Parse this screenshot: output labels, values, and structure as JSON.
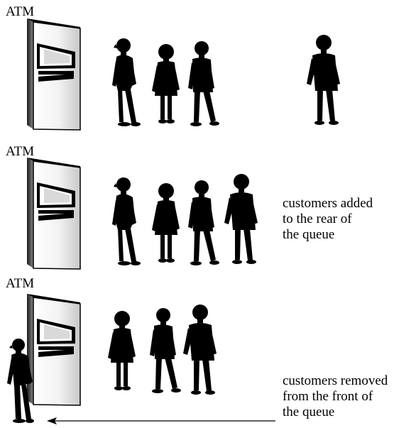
{
  "panels": [
    {
      "atm_label": "ATM"
    },
    {
      "atm_label": "ATM",
      "caption": [
        "customers added",
        "to the rear of",
        "the queue"
      ]
    },
    {
      "atm_label": "ATM",
      "caption": [
        "customers removed",
        "from the front of",
        "the queue"
      ]
    }
  ]
}
